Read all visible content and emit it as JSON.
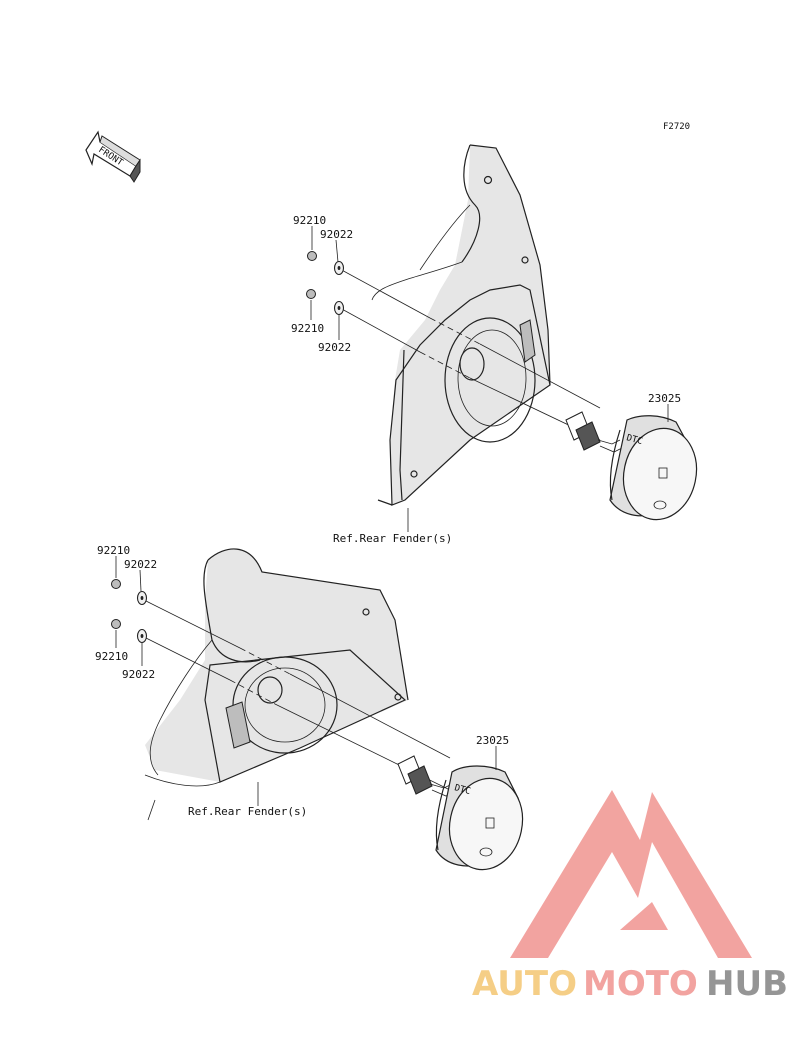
{
  "figure_code": "F2720",
  "front_label": "FRONT",
  "upper_assembly": {
    "nut_a": "92210",
    "washer_a": "92022",
    "nut_b": "92210",
    "washer_b": "92022",
    "lamp": "23025",
    "fender_ref": "Ref.Rear Fender(s)"
  },
  "lower_assembly": {
    "nut_a": "92210",
    "washer_a": "92022",
    "nut_b": "92210",
    "washer_b": "92022",
    "lamp": "23025",
    "fender_ref": "Ref.Rear Fender(s)"
  },
  "watermark": {
    "text_part1": "AUTO",
    "text_part2": "MOTO",
    "text_part3": "HUB",
    "color_yellow": "#f5c97a",
    "color_red": "#f19a96",
    "color_gray": "#8a8a8a"
  }
}
